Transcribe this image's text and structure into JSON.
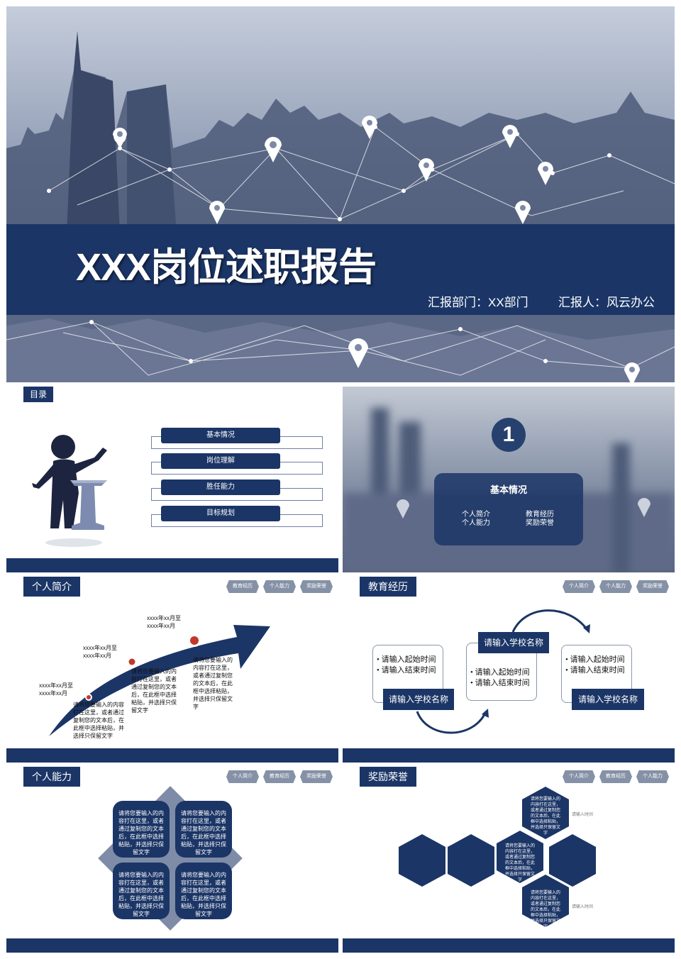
{
  "cover": {
    "title": "XXX岗位述职报告",
    "department": "汇报部门：XX部门",
    "reporter": "汇报人：风云办公"
  },
  "toc": {
    "label": "目录",
    "items": [
      "基本情况",
      "岗位理解",
      "胜任能力",
      "目标规划"
    ]
  },
  "section1": {
    "number": "1",
    "title": "基本情况",
    "links": [
      "个人简介",
      "教育经历",
      "个人能力",
      "奖励荣誉"
    ]
  },
  "intro": {
    "label": "个人简介",
    "tabs": [
      "教育经历",
      "个人能力",
      "奖励荣誉"
    ],
    "dates": [
      "xxxx年xx月至\nxxxx年xx月",
      "xxxx年xx月至\nxxxx年xx月",
      "xxxx年xx月至\nxxxx年xx月"
    ],
    "texts": [
      "请将您要输入的内容打在这里，或者通过复制您的文本后，在此框中选择粘贴，并选择只保留文字",
      "请将您要输入的内容打在这里，或者通过复制您的文本后，在此框中选择粘贴，并选择只保留文字",
      "请将您要输入的内容打在这里，或者通过复制您的文本后，在此框中选择粘贴，并选择只保留文字"
    ]
  },
  "edu": {
    "label": "教育经历",
    "tabs": [
      "个人简介",
      "个人能力",
      "奖励荣誉"
    ],
    "school": "请输入学校名称",
    "start": "请输入起始时间",
    "end": "请输入结束时间"
  },
  "ability": {
    "label": "个人能力",
    "tabs": [
      "个人简介",
      "教育经历",
      "奖励荣誉"
    ],
    "cell": "请将您要输入的内容打在这里，或者通过复制您的文本后，在此框中选择粘贴，并选择只保留文字"
  },
  "honor": {
    "label": "奖励荣誉",
    "tabs": [
      "个人简介",
      "教育经历",
      "个人能力"
    ],
    "cell": "请将您要输入的内容打在这里，或者通过复制您的文本后，在此框中选择粘贴，并选择只保留文字",
    "time": "请输入时间"
  },
  "colors": {
    "navy": "#1b3566",
    "grey": "#8591a6"
  }
}
